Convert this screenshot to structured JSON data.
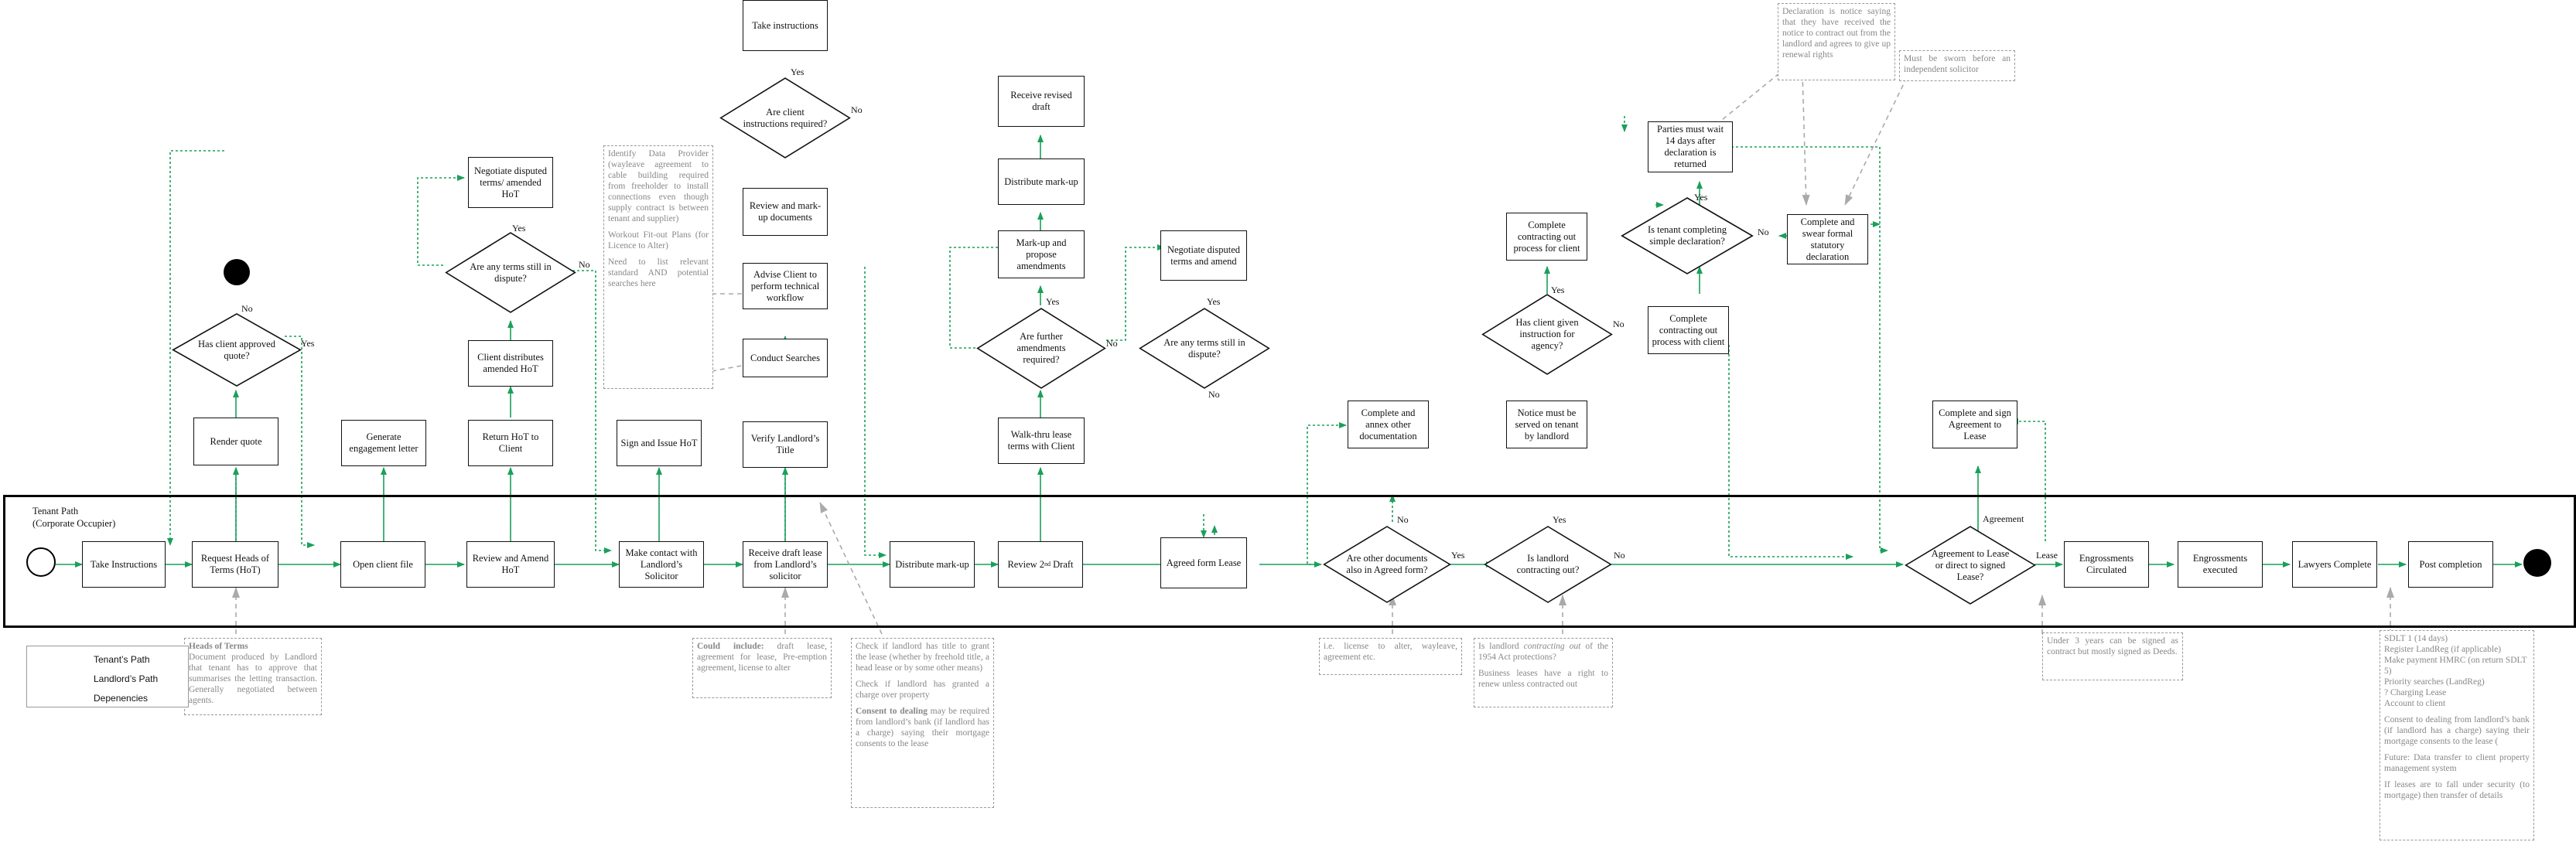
{
  "lane": {
    "title": "Tenant Path\n(Corporate Occupier)"
  },
  "legend": {
    "tenant": "Tenant’s Path",
    "landlord": "Landlord’s Path",
    "dependencies": "Depenencies"
  },
  "colors": {
    "tenant": "#1aa05a",
    "landlord": "#e02020",
    "dependency": "#777777",
    "lane_border": "#000000"
  },
  "boxes": {
    "take_instructions_main": "Take Instructions",
    "request_hot": "Request Heads of Terms (HoT)",
    "render_quote": "Render quote",
    "open_client_file": "Open client file",
    "generate_letter": "Generate engagement letter",
    "review_amend_hot": "Review and Amend HoT",
    "return_hot": "Return HoT to Client",
    "client_distributes": "Client distributes amended HoT",
    "negotiate_hot": "Negotiate disputed terms/ amended HoT",
    "make_contact": "Make contact with Landlord’s Solicitor",
    "sign_issue_hot": "Sign and Issue HoT",
    "receive_draft": "Receive draft lease from Landlord’s solicitor",
    "verify_title": "Verify Landlord’s Title",
    "conduct_searches": "Conduct Searches",
    "advise_client": "Advise Client to perform technical workflow",
    "review_markup_docs": "Review and mark-up documents",
    "take_instructions_top": "Take instructions",
    "distribute_markup_main": "Distribute mark-up",
    "review_2nd_draft": "Review 2",
    "review_2nd_sup": "nd",
    "review_2nd_tail": " Draft",
    "walk_thru": "Walk-thru lease terms with Client",
    "markup_propose": "Mark-up and propose amendments",
    "distribute_markup_top": "Distribute mark-up",
    "receive_revised": "Receive revised draft",
    "negotiate_terms": "Negotiate disputed terms and amend",
    "agreed_form": "Agreed form Lease",
    "complete_annex": "Complete and annex other documentation",
    "notice_served": "Notice must be served on tenant by landlord",
    "complete_contracting_client": "Complete contracting out process for client",
    "complete_contracting_with": "Complete contracting out process with client",
    "parties_wait": "Parties must wait 14 days after declaration is returned",
    "complete_swear": "Complete and swear formal statutory declaration",
    "complete_sign_agreement": "Complete and sign Agreement to Lease",
    "engrossments_circulated": "Engrossments Circulated",
    "engrossments_executed": "Engrossments executed",
    "lawyers_complete": "Lawyers Complete",
    "post_completion": "Post completion"
  },
  "decisions": {
    "client_approved": "Has client approved quote?",
    "terms_dispute_1": "Are any terms still in dispute?",
    "client_instructions": "Are client instructions required?",
    "further_amendments": "Are further amendments required?",
    "terms_dispute_2": "Are any terms still in dispute?",
    "other_documents": "Are other documents also in Agreed form?",
    "is_landlord_contracting": "Is landlord contracting out?",
    "client_given_instruction": "Has client given instruction for agency?",
    "tenant_completing": "Is tenant completing simple declaration?",
    "agreement_or_direct": "Agreement to Lease or direct to signed Lease?"
  },
  "labels": {
    "yes": "Yes",
    "no": "No",
    "lease": "Lease",
    "agreement": "Agreement"
  },
  "notes": {
    "hot": {
      "title": "Heads of Terms",
      "body": "Document produced by Landlord that tenant has to approve that summarises the letting transaction. Generally negotiated between agents."
    },
    "identify": {
      "p1": "Identify Data Provider (wayleave agreement to cable building required from freeholder to install connections even though supply contract is between tenant and supplier)",
      "p2": "Workout Fit-out Plans (for Licence to Alter)",
      "p3": "Need to list relevant standard AND potential searches here"
    },
    "could": {
      "lead": "Could include:",
      "body": " draft lease, agreement for lease, Pre-emption agreement, license to alter"
    },
    "title_check": {
      "p1": "Check if landlord has title to grant the lease (whether by freehold title, a head lease or by some other means)",
      "p2": "Check if landlord has granted a charge over property",
      "lead": "Consent to dealing",
      "p3": " may be required from landlord’s bank (if landlord has a charge) saying their mortgage consents to the lease"
    },
    "license": "i.e. license to alter, wayleave, agreement etc.",
    "contracting": {
      "p1a": "Is landlord ",
      "p1i": "contracting out",
      "p1b": " of the 1954 Act protections?",
      "p2": "Business leases have a right to renew unless contracted out"
    },
    "declaration": "Declaration is notice saying that they have received the notice to contract out from the landlord and agrees to give up renewal rights",
    "sworn": "Must be sworn before an independent solicitor",
    "under3": "Under 3 years can be signed as contract but mostly signed as Deeds.",
    "sdlt": {
      "p1": "SDLT 1 (14 days)\nRegister LandReg (if applicable)\nMake payment HMRC (on return SDLT 5)\nPriority searches (LandReg)\n? Charging Lease\nAccount to client",
      "p2": "Consent to dealing from landlord’s bank (if landlord has a charge) saying their mortgage consents to the lease (",
      "p3": "Future: Data transfer to client property management system",
      "p4": "If leases are to fall under security (to mortgage) then transfer of details"
    }
  }
}
